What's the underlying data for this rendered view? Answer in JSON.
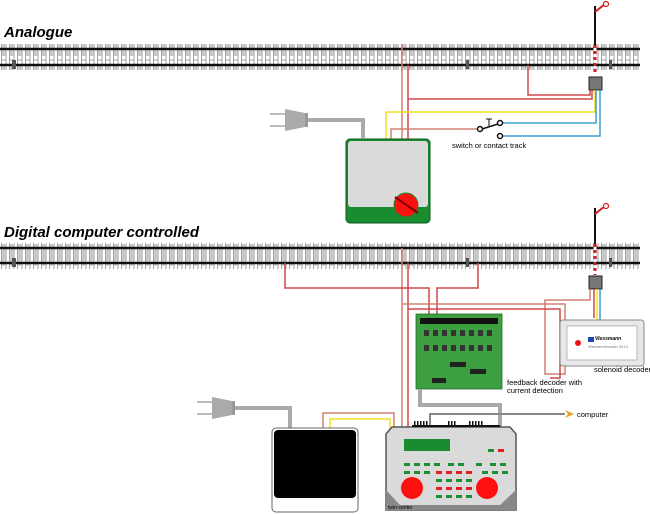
{
  "sections": {
    "analogue": {
      "title": "Analogue"
    },
    "digital": {
      "title": "Digital computer controlled"
    }
  },
  "labels": {
    "switch": "switch or contact track",
    "solenoid_decoder": "solenoid decoder",
    "feedback_decoder_line1": "feedback decoder with",
    "feedback_decoder_line2": "current detection",
    "computer": "computer",
    "twin_center": "twin-center",
    "viessmann_brand": "Viessmann",
    "viessmann_model": "Weichendecoder 5212"
  },
  "colors": {
    "wire_red": "#d04848",
    "wire_brown": "#d08070",
    "wire_yellow": "#f0e020",
    "wire_blue": "#3aa0d0",
    "transformer_green": "#1a8c30",
    "board_green": "#3ca040",
    "knob_red": "#ff1010",
    "cable_grey": "#a8a8a8"
  }
}
